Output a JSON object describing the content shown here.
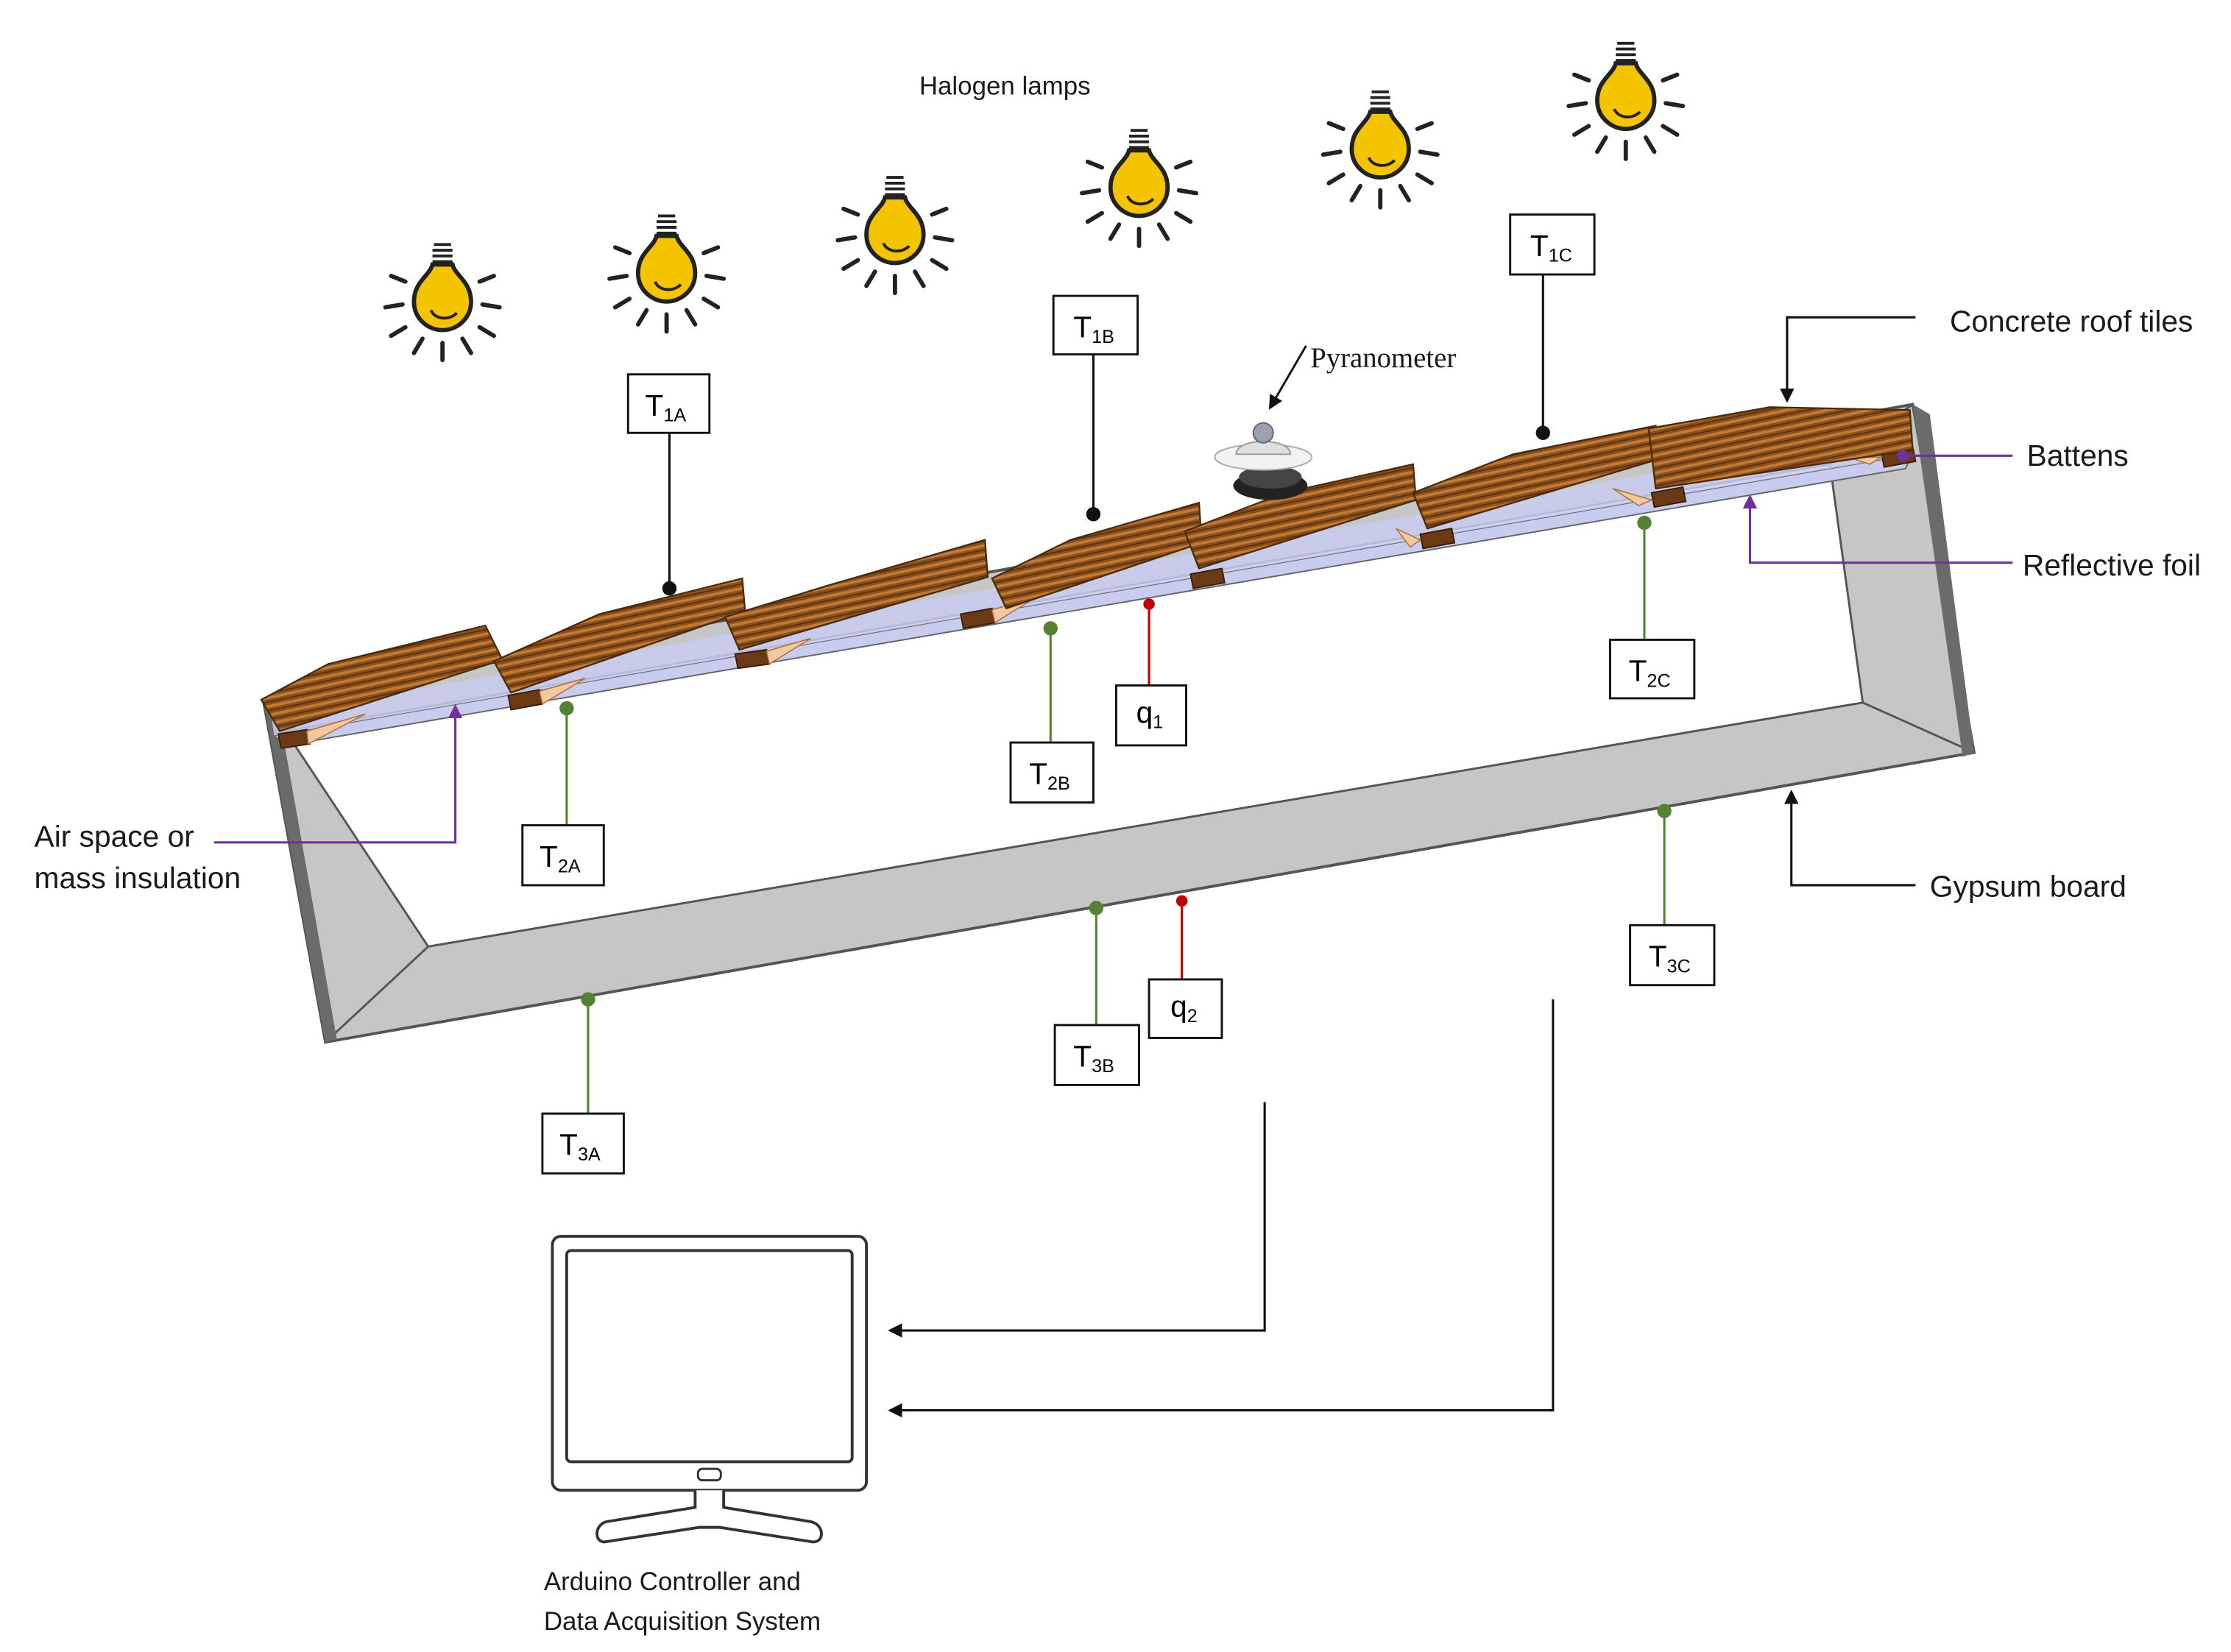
{
  "labels": {
    "halogen_lamps": "Halogen lamps",
    "pyranometer": "Pyranometer",
    "concrete_roof_tiles": "Concrete roof tiles",
    "battens": "Battens",
    "reflective_foil": "Reflective foil",
    "air_space_line1": "Air space or",
    "air_space_line2": "mass insulation",
    "gypsum_board": "Gypsum board",
    "computer_line1": "Arduino Controller and",
    "computer_line2": "Data Acquisition System"
  },
  "sensors": [
    {
      "id": "T1A",
      "main": "T",
      "sub": "1A"
    },
    {
      "id": "T1B",
      "main": "T",
      "sub": "1B"
    },
    {
      "id": "T1C",
      "main": "T",
      "sub": "1C"
    },
    {
      "id": "T2A",
      "main": "T",
      "sub": "2A"
    },
    {
      "id": "T2B",
      "main": "T",
      "sub": "2B"
    },
    {
      "id": "T2C",
      "main": "T",
      "sub": "2C"
    },
    {
      "id": "T3A",
      "main": "T",
      "sub": "3A"
    },
    {
      "id": "T3B",
      "main": "T",
      "sub": "3B"
    },
    {
      "id": "T3C",
      "main": "T",
      "sub": "3C"
    },
    {
      "id": "q1",
      "main": "q",
      "sub": "1"
    },
    {
      "id": "q2",
      "main": "q",
      "sub": "2"
    }
  ],
  "icons": [
    "lightbulb-icon",
    "pyranometer-icon",
    "monitor-icon"
  ],
  "colors": {
    "tiles": "#8b4f1c",
    "tiles_light": "#c07a34",
    "foil": "#c8cdf0",
    "gypsum": "#c6c6c6",
    "lamp": "#f5c400",
    "sensor_temp": "#548235",
    "sensor_flux": "#c00000",
    "pointer_purple": "#7030a0"
  }
}
